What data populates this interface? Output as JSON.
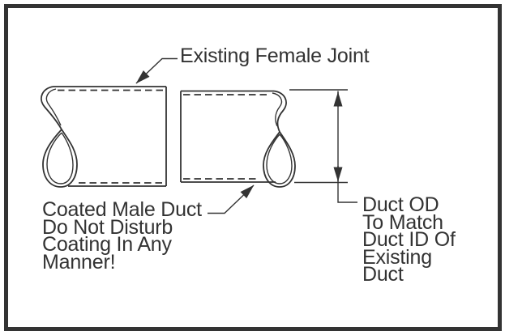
{
  "diagram": {
    "title_hint": "Duct slip-joint detail drawing",
    "labels": {
      "female_joint": "Existing Female Joint",
      "male_duct_lines": [
        "Coated Male Duct",
        "Do Not Disturb",
        "Coating In Any",
        "Manner!"
      ],
      "duct_od_lines": [
        "Duct OD",
        "To Match",
        "Duct ID Of",
        "Existing",
        "Duct"
      ]
    },
    "colors": {
      "line": "#333333",
      "text": "#333333",
      "background": "#ffffff",
      "frame_border": "#333333"
    }
  }
}
